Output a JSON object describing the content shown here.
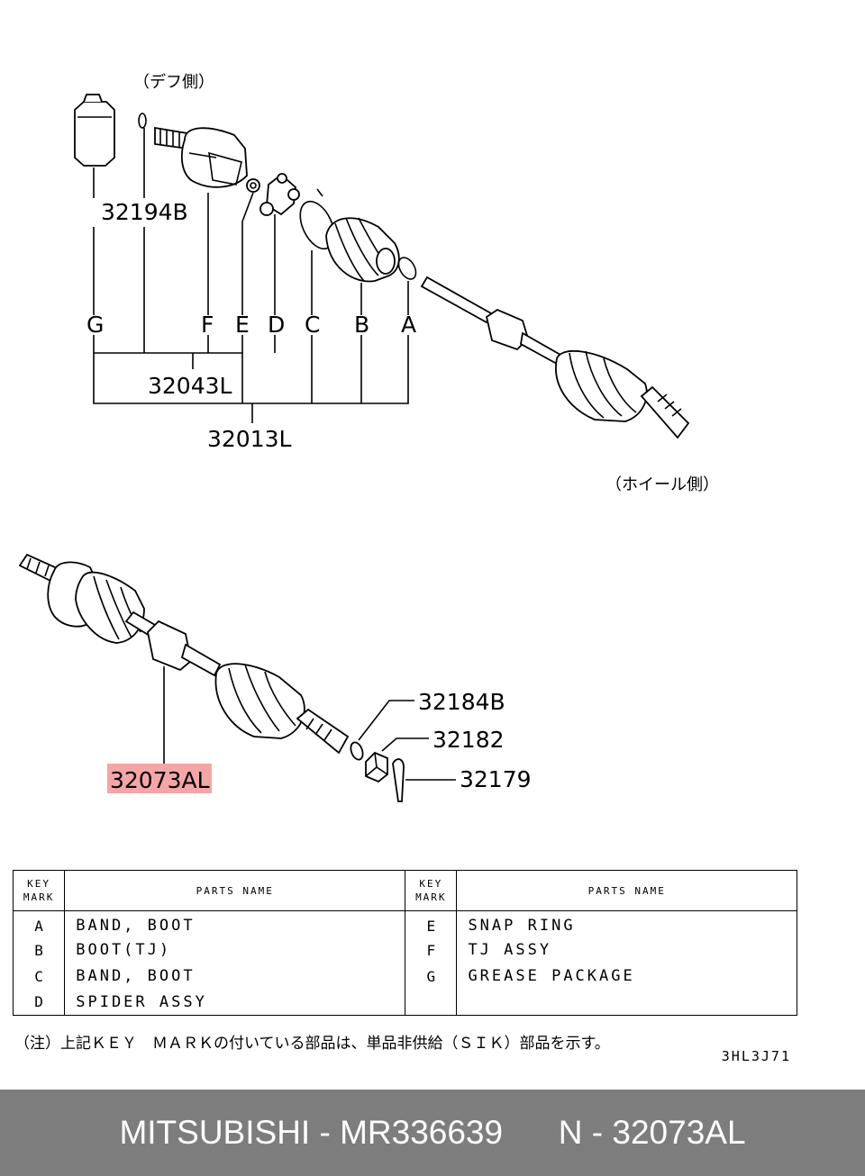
{
  "diagram": {
    "side_diff": "（デフ側）",
    "side_wheel": "（ホイール側）",
    "part_labels": {
      "grease": "32194B",
      "sub_assy": "32043L",
      "assy": "32013L",
      "shaft": "32073AL",
      "washer": "32184B",
      "nut": "32182",
      "pin": "32179"
    },
    "key_letters": [
      "G",
      "F",
      "E",
      "D",
      "C",
      "B",
      "A"
    ],
    "highlight_color": "#f4a6a6"
  },
  "table": {
    "header_key": [
      "KEY",
      "MARK"
    ],
    "header_name": "PARTS NAME",
    "rows": [
      {
        "lk": "A",
        "ln": "BAND, BOOT",
        "rk": "E",
        "rn": "SNAP RING"
      },
      {
        "lk": "B",
        "ln": "BOOT(TJ)",
        "rk": "F",
        "rn": "TJ ASSY"
      },
      {
        "lk": "C",
        "ln": "BAND, BOOT",
        "rk": "G",
        "rn": "GREASE PACKAGE"
      },
      {
        "lk": "D",
        "ln": "SPIDER ASSY",
        "rk": "",
        "rn": ""
      }
    ]
  },
  "note": "（注）上記ＫＥＹ　ＭＡＲＫの付いている部品は、単品非供給（ＳＩＫ）部品を示す。",
  "ref_code": "3HL3J71",
  "footer": {
    "brand": "MITSUBISHI - MR336639",
    "code": "N - 32073AL"
  }
}
